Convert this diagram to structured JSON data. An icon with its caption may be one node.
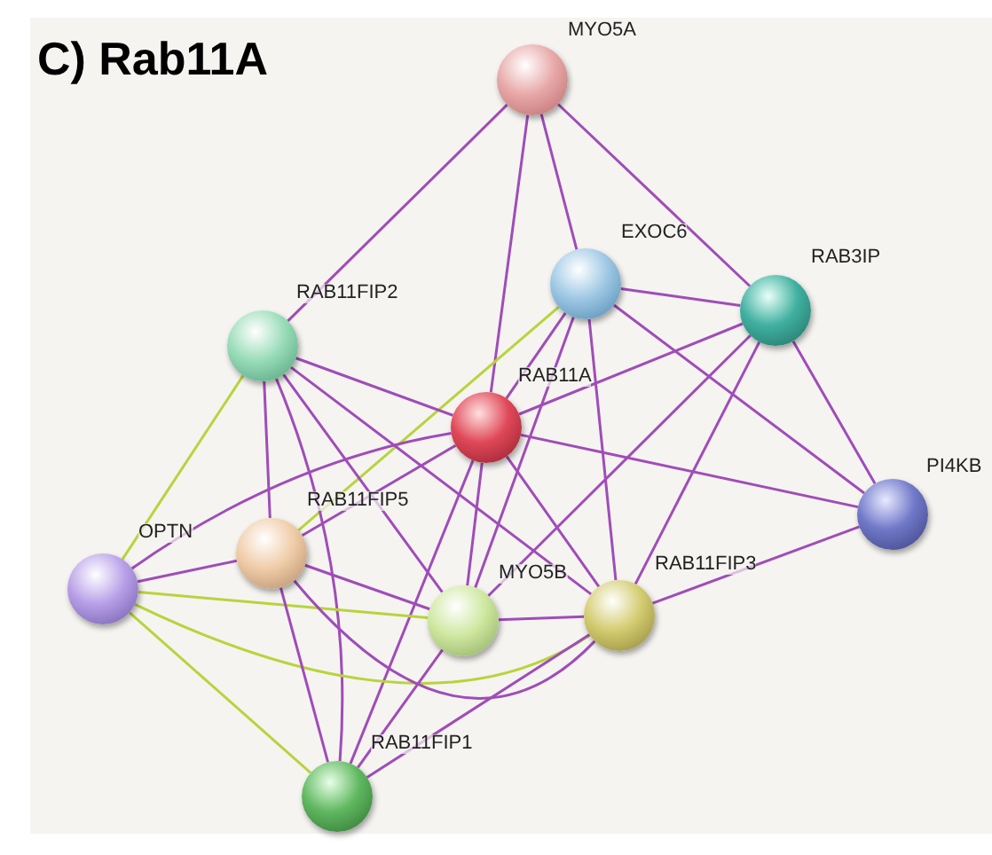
{
  "diagram": {
    "title": "C) Rab11A",
    "nodes": [
      {
        "text": [],
        "shape": "circle",
        "beside": [
          "MYO5A"
        ]
      },
      {
        "text": [],
        "shape": "circle",
        "beside": [
          "EXOC6"
        ]
      },
      {
        "text": [],
        "shape": "circle",
        "beside": [
          "RAB3IP"
        ]
      },
      {
        "text": [],
        "shape": "circle",
        "beside": [
          "RAB11FIP2"
        ]
      },
      {
        "text": [],
        "shape": "circle",
        "beside": [
          "RAB11A"
        ]
      },
      {
        "text": [],
        "shape": "circle",
        "beside": [
          "PI4KB"
        ]
      },
      {
        "text": [],
        "shape": "circle",
        "beside": [
          "OPTN"
        ]
      },
      {
        "text": [],
        "shape": "circle",
        "beside": [
          "RAB11FIP5"
        ]
      },
      {
        "text": [],
        "shape": "circle",
        "beside": [
          "MYO5B"
        ]
      },
      {
        "text": [],
        "shape": "circle",
        "beside": [
          "RAB11FIP3"
        ]
      },
      {
        "text": [],
        "shape": "circle",
        "beside": [
          "RAB11FIP1"
        ]
      }
    ],
    "edges": [
      {
        "from": 0,
        "to": 3,
        "arrow": "none"
      },
      {
        "from": 0,
        "to": 4,
        "arrow": "none"
      },
      {
        "from": 0,
        "to": 1,
        "arrow": "none"
      },
      {
        "from": 0,
        "to": 2,
        "arrow": "none"
      },
      {
        "from": 1,
        "to": 2,
        "arrow": "none"
      },
      {
        "from": 1,
        "to": 4,
        "arrow": "none"
      },
      {
        "from": 1,
        "to": 9,
        "arrow": "none"
      },
      {
        "from": 1,
        "to": 5,
        "arrow": "none"
      },
      {
        "from": 1,
        "to": 7,
        "arrow": "none",
        "color": "#b8d43c"
      },
      {
        "from": 1,
        "to": 8,
        "arrow": "none"
      },
      {
        "from": 2,
        "to": 4,
        "arrow": "none"
      },
      {
        "from": 2,
        "to": 5,
        "arrow": "none"
      },
      {
        "from": 2,
        "to": 9,
        "arrow": "none"
      },
      {
        "from": 2,
        "to": 8,
        "arrow": "none"
      },
      {
        "from": 3,
        "to": 4,
        "arrow": "none"
      },
      {
        "from": 3,
        "to": 7,
        "arrow": "none"
      },
      {
        "from": 3,
        "to": 10,
        "arrow": "none"
      },
      {
        "from": 3,
        "to": 8,
        "arrow": "none"
      },
      {
        "from": 3,
        "to": 9,
        "arrow": "none"
      },
      {
        "from": 3,
        "to": 6,
        "arrow": "none",
        "color": "#b8d43c"
      },
      {
        "from": 4,
        "to": 5,
        "arrow": "none"
      },
      {
        "from": 4,
        "to": 6,
        "arrow": "none"
      },
      {
        "from": 4,
        "to": 7,
        "arrow": "none"
      },
      {
        "from": 4,
        "to": 8,
        "arrow": "none"
      },
      {
        "from": 4,
        "to": 9,
        "arrow": "none"
      },
      {
        "from": 4,
        "to": 10,
        "arrow": "none"
      },
      {
        "from": 6,
        "to": 7,
        "arrow": "none"
      },
      {
        "from": 6,
        "to": 8,
        "arrow": "none",
        "color": "#b8d43c"
      },
      {
        "from": 6,
        "to": 9,
        "arrow": "none",
        "color": "#b8d43c"
      },
      {
        "from": 6,
        "to": 10,
        "arrow": "none",
        "color": "#b8d43c"
      },
      {
        "from": 7,
        "to": 8,
        "arrow": "none"
      },
      {
        "from": 7,
        "to": 9,
        "arrow": "none"
      },
      {
        "from": 7,
        "to": 10,
        "arrow": "none"
      },
      {
        "from": 8,
        "to": 9,
        "arrow": "none"
      },
      {
        "from": 8,
        "to": 10,
        "arrow": "none"
      },
      {
        "from": 9,
        "to": 10,
        "arrow": "none"
      },
      {
        "from": 9,
        "to": 5,
        "arrow": "none"
      }
    ]
  }
}
